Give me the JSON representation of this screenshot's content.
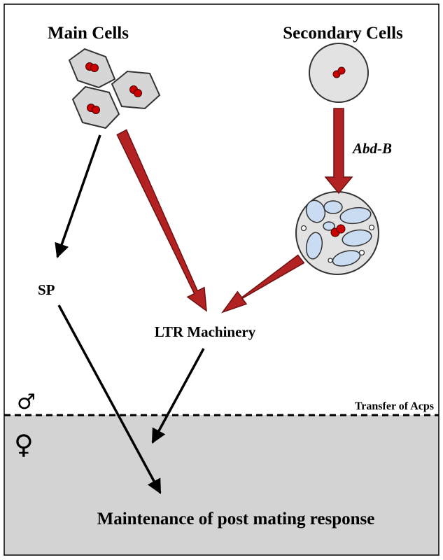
{
  "labels": {
    "main_cells": "Main Cells",
    "secondary_cells": "Secondary Cells",
    "abd_b": "Abd-B",
    "sp": "SP",
    "ltr_machinery": "LTR Machinery",
    "transfer": "Transfer of Acps",
    "male_symbol": "♂",
    "female_symbol": "♀",
    "maintenance": "Maintenance of post mating response"
  },
  "colors": {
    "background": "#ffffff",
    "female_region": "#d3d3d3",
    "red_arrow_fill": "#b22222",
    "red_arrow_stroke": "#6e1010",
    "cell_fill": "#d6d6d6",
    "cell_stroke": "#333333",
    "nucleus": "#cc0000",
    "vacuole": "#c9dcf2",
    "black_arrow": "#000000"
  }
}
